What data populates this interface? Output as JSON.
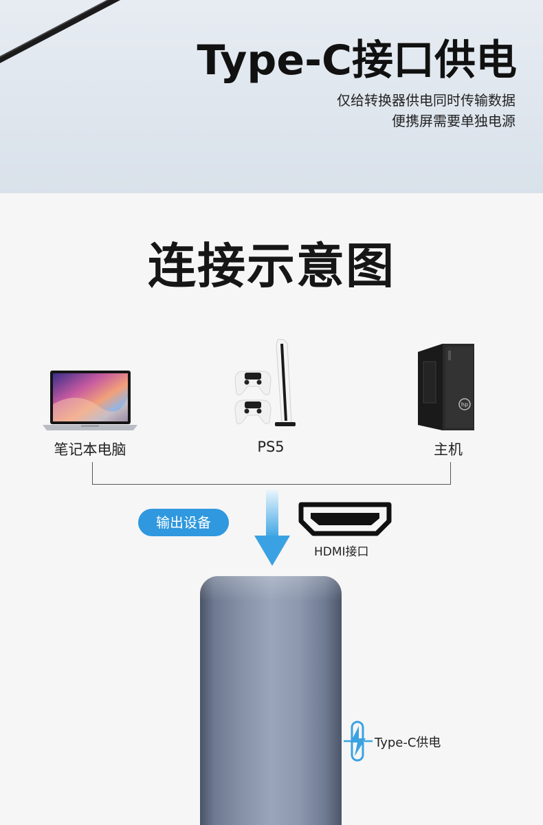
{
  "hero": {
    "title": "Type-C接口供电",
    "subtitle_line1": "仅给转换器供电同时传输数据",
    "subtitle_line2": "便携屏需要单独电源"
  },
  "diagram": {
    "title": "连接示意图",
    "devices": [
      {
        "label": "笔记本电脑",
        "icon": "laptop-icon"
      },
      {
        "label": "PS5",
        "icon": "ps5-console-icon"
      },
      {
        "label": "主机",
        "icon": "desktop-tower-icon"
      }
    ],
    "output_badge": "输出设备",
    "hdmi_label": "HDMI接口",
    "typec_label": "Type-C供电"
  },
  "colors": {
    "accent_blue": "#2f98de",
    "adapter_gray": "#8792a8",
    "hero_bg": "#e2e8ef"
  }
}
